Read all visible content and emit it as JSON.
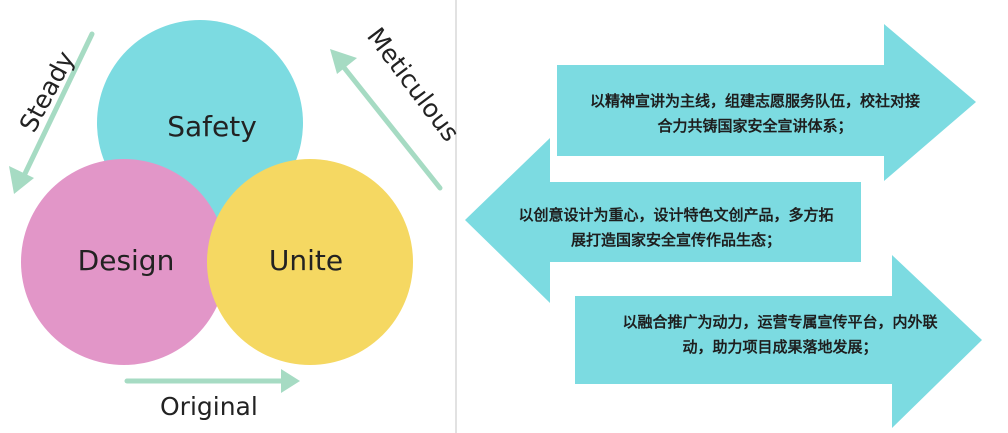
{
  "colors": {
    "safety": "#7cdbe1",
    "design": "#e296c8",
    "unite": "#f5d862",
    "left_arrow": "#a6dbc3",
    "right_arrow": "#7cdbe1",
    "divider": "#cfcfcf",
    "text": "#222222"
  },
  "venn": {
    "circles": [
      {
        "id": "safety",
        "label": "Safety"
      },
      {
        "id": "design",
        "label": "Design"
      },
      {
        "id": "unite",
        "label": "Unite"
      }
    ],
    "cycle_labels": {
      "steady": "Steady",
      "meticulous": "Meticulous",
      "original": "Original"
    }
  },
  "arrows": [
    {
      "id": "arrow-1",
      "direction": "right",
      "lines": [
        "以精神宣讲为主线，组建志愿服务队伍，校社对接",
        "合力共铸国家安全宣讲体系；"
      ]
    },
    {
      "id": "arrow-2",
      "direction": "left",
      "lines": [
        "以创意设计为重心，设计特色文创产品，多方拓",
        "展打造国家安全宣传作品生态；"
      ]
    },
    {
      "id": "arrow-3",
      "direction": "right",
      "lines": [
        "以融合推广为动力，运营专属宣传平台，内外联",
        "动，助力项目成果落地发展；"
      ]
    }
  ]
}
